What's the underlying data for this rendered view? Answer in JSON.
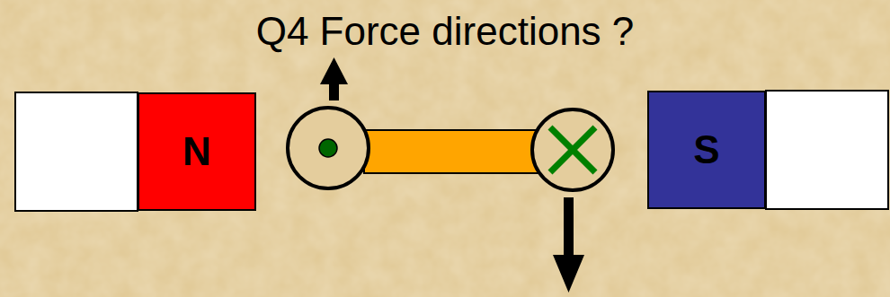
{
  "diagram": {
    "title": "Q4 Force directions ?",
    "nodes": [
      {
        "text": [
          "N"
        ]
      },
      {
        "text": [
          "S"
        ]
      }
    ]
  }
}
